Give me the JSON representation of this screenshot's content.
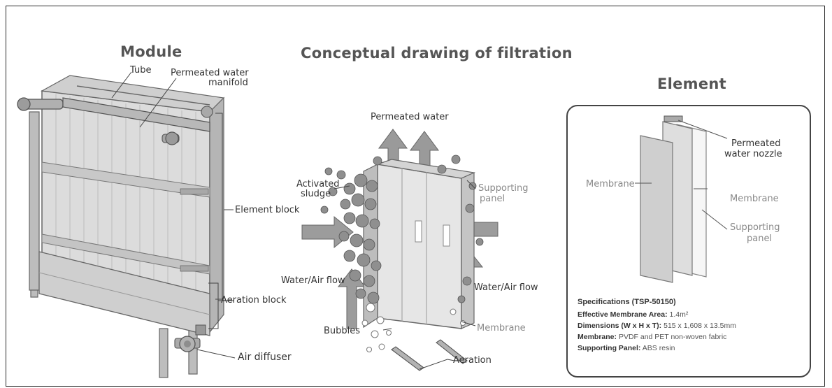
{
  "module": {
    "title": "Module",
    "labels": {
      "tube": "Tube",
      "manifold_line1": "Permeated water",
      "manifold_line2": "manifold",
      "element_block": "Element block",
      "aeration_block": "Aeration block",
      "air_diffuser": "Air diffuser"
    }
  },
  "filtration": {
    "title": "Conceptual drawing of filtration",
    "labels": {
      "permeated_water": "Permeated water",
      "activated_line1": "Activated",
      "activated_line2": "sludge",
      "supporting_line1": "Supporting",
      "supporting_line2": "panel",
      "flow_left": "Water/Air flow",
      "flow_right": "Water/Air flow",
      "bubbles": "Bubbles",
      "membrane": "Membrane",
      "aeration": "Aeration"
    }
  },
  "element": {
    "title": "Element",
    "labels": {
      "nozzle_line1": "Permeated",
      "nozzle_line2": "water nozzle",
      "membrane_left": "Membrane",
      "membrane_right": "Membrane",
      "supporting_line1": "Supporting",
      "supporting_line2": "panel"
    },
    "specs": {
      "title": "Specifications (TSP-50150)",
      "rows": [
        {
          "key": "Effective Membrane Area:",
          "value": "1.4m²"
        },
        {
          "key": "Dimensions (W x H x T):",
          "value": "515 x 1,608 x 13.5mm"
        },
        {
          "key": "Membrane:",
          "value": "PVDF and PET non-woven fabric"
        },
        {
          "key": "Supporting Panel:",
          "value": "ABS resin"
        }
      ]
    }
  }
}
